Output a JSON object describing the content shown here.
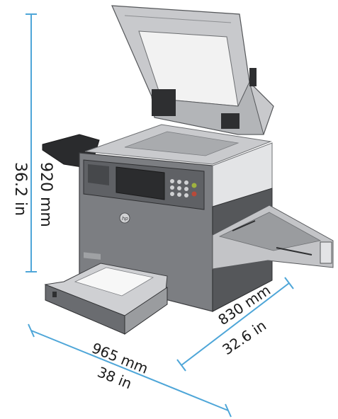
{
  "colors": {
    "dimension_line": "#4ea6d8",
    "printer_body": "#d9dadc",
    "printer_dark": "#3c3d40",
    "printer_mid": "#7c7e82"
  },
  "icons": {
    "brand_logo": "hp-logo"
  },
  "dimensions": {
    "height": {
      "metric": "920 mm",
      "imperial": "36.2 in"
    },
    "width": {
      "metric": "965 mm",
      "imperial": "38 in"
    },
    "depth": {
      "metric": "830 mm",
      "imperial": "32.6 in"
    }
  }
}
